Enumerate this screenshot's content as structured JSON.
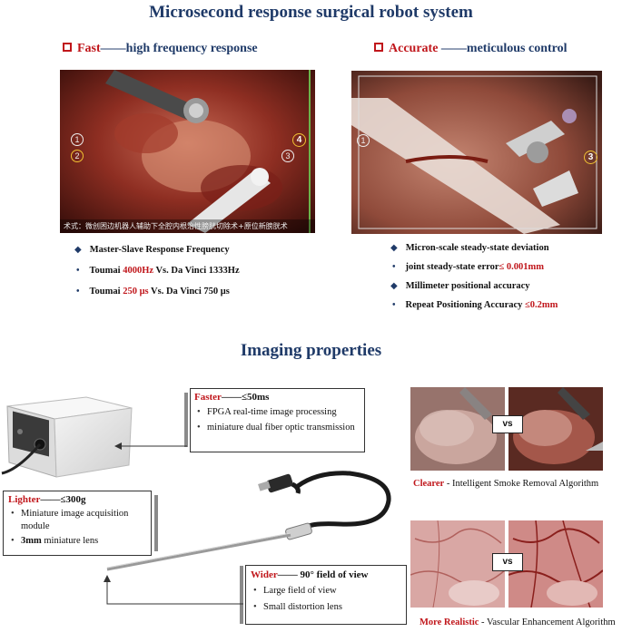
{
  "title": "Microsecond response surgical robot system",
  "fast": {
    "label": "Fast",
    "rest": "——high frequency response",
    "caption": "术式：微创困边机器人辅助下全腔内根治性膀胱切除术+原位新膀胱术",
    "items": [
      {
        "type": "diamond",
        "parts": [
          {
            "t": "Master-Slave Response Frequency",
            "red": false
          }
        ]
      },
      {
        "type": "dot",
        "parts": [
          {
            "t": "Toumai ",
            "red": false
          },
          {
            "t": "4000Hz",
            "red": true
          },
          {
            "t": " Vs. Da Vinci 1333Hz",
            "red": false
          }
        ]
      },
      {
        "type": "dot",
        "parts": [
          {
            "t": "Toumai ",
            "red": false
          },
          {
            "t": "250 μs",
            "red": true
          },
          {
            "t": " Vs. Da Vinci 750 μs",
            "red": false
          }
        ]
      }
    ]
  },
  "accurate": {
    "label": "Accurate",
    "rest": " ——meticulous control",
    "items": [
      {
        "type": "diamond",
        "parts": [
          {
            "t": "Micron-scale steady-state deviation",
            "red": false
          }
        ]
      },
      {
        "type": "dot",
        "parts": [
          {
            "t": "joint steady-state error",
            "red": false
          },
          {
            "t": "≤ 0.001mm",
            "red": true
          }
        ]
      },
      {
        "type": "diamond",
        "parts": [
          {
            "t": "Millimeter positional accuracy",
            "red": false
          }
        ]
      },
      {
        "type": "dot",
        "parts": [
          {
            "t": "Repeat Positioning Accuracy ",
            "red": false
          },
          {
            "t": "≤0.2mm",
            "red": true
          }
        ]
      }
    ]
  },
  "imaging_title": "Imaging properties",
  "faster": {
    "label": "Faster",
    "rest": "——≤50ms",
    "items": [
      "FPGA real-time image processing",
      "miniature dual fiber optic transmission"
    ]
  },
  "lighter": {
    "label": "Lighter",
    "rest": "——≤300g",
    "items": [
      "Miniature image acquisition module"
    ],
    "lens_bold": "3mm",
    "lens_rest": " miniature lens"
  },
  "wider": {
    "label": "Wider",
    "rest": "—— 90° field of view",
    "items": [
      "Large field of view",
      "Small distortion lens"
    ]
  },
  "clearer": {
    "label": "Clearer",
    "rest": " - Intelligent Smoke Removal Algorithm"
  },
  "realistic": {
    "label": "More Realistic",
    "rest": " - Vascular Enhancement Algorithm"
  },
  "vs_label": "vs",
  "overlay": {
    "n1": "1",
    "n2": "2",
    "n3": "3",
    "n4": "4"
  },
  "colors": {
    "navy": "#1f3a68",
    "red": "#c0161b"
  }
}
